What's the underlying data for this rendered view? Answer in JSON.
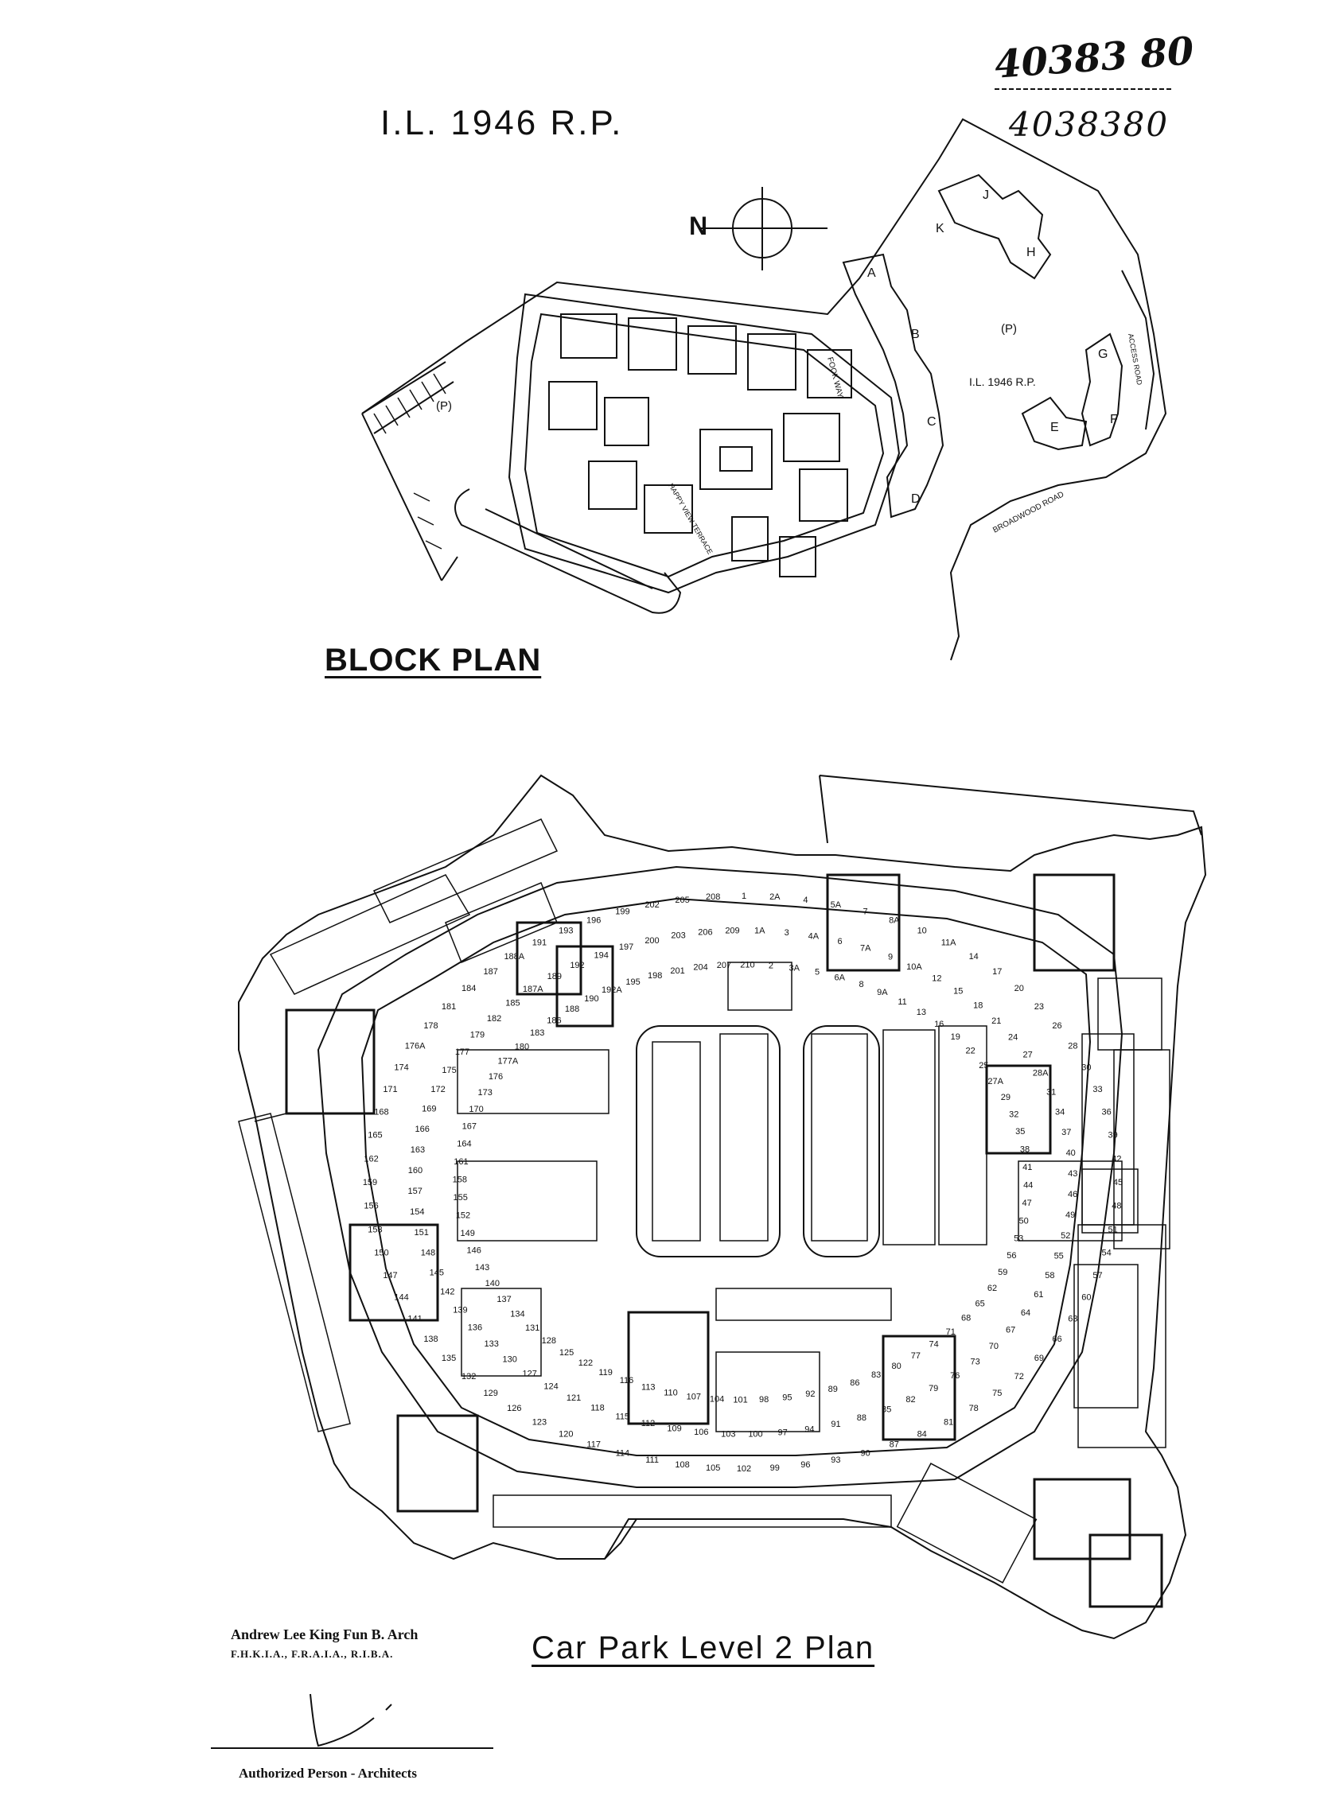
{
  "header": {
    "lot_title": "I.L. 1946 R.P.",
    "handwritten_ref_1": "40383 80",
    "handwritten_ref_2": "4038380"
  },
  "block_plan": {
    "title": "BLOCK PLAN",
    "north_label": "N",
    "lot_label": "I.L. 1946 R.P.",
    "parking_left": "(P)",
    "parking_right": "(P)",
    "road_1": "HAPPY VIEW TERRACE",
    "road_2": "BROADWOOD ROAD",
    "road_3": "FOOK WAY",
    "road_4": "ACCESS ROAD",
    "blocks": [
      "A",
      "B",
      "C",
      "D",
      "E",
      "F",
      "G",
      "H",
      "J",
      "K"
    ]
  },
  "car_park": {
    "title": "Car Park Level 2 Plan",
    "bays": [
      "1",
      "1A",
      "2",
      "2A",
      "3",
      "3A",
      "4",
      "4A",
      "5",
      "5A",
      "6",
      "6A",
      "7",
      "7A",
      "8",
      "8A",
      "9",
      "9A",
      "10",
      "10A",
      "11",
      "11A",
      "12",
      "13",
      "14",
      "15",
      "16",
      "17",
      "18",
      "19",
      "20",
      "21",
      "22",
      "23",
      "24",
      "25",
      "26",
      "27",
      "27A",
      "28",
      "28A",
      "29",
      "30",
      "31",
      "32",
      "33",
      "34",
      "35",
      "36",
      "37",
      "38",
      "39",
      "40",
      "41",
      "42",
      "43",
      "44",
      "45",
      "46",
      "47",
      "48",
      "49",
      "50",
      "51",
      "52",
      "53",
      "54",
      "55",
      "56",
      "57",
      "58",
      "59",
      "60",
      "61",
      "62",
      "63",
      "64",
      "65",
      "66",
      "67",
      "68",
      "69",
      "70",
      "71",
      "72",
      "73",
      "74",
      "75",
      "76",
      "77",
      "78",
      "79",
      "80",
      "81",
      "82",
      "83",
      "84",
      "85",
      "86",
      "87",
      "88",
      "89",
      "90",
      "91",
      "92",
      "93",
      "94",
      "95",
      "96",
      "97",
      "98",
      "99",
      "100",
      "101",
      "102",
      "103",
      "104",
      "105",
      "106",
      "107",
      "108",
      "109",
      "110",
      "111",
      "112",
      "113",
      "114",
      "115",
      "116",
      "117",
      "118",
      "119",
      "120",
      "121",
      "122",
      "123",
      "124",
      "125",
      "126",
      "127",
      "128",
      "129",
      "130",
      "131",
      "132",
      "133",
      "134",
      "135",
      "136",
      "137",
      "138",
      "139",
      "140",
      "141",
      "142",
      "143",
      "144",
      "145",
      "146",
      "147",
      "148",
      "149",
      "150",
      "151",
      "152",
      "153",
      "154",
      "155",
      "156",
      "157",
      "158",
      "159",
      "160",
      "161",
      "162",
      "163",
      "164",
      "165",
      "166",
      "167",
      "168",
      "169",
      "170",
      "171",
      "172",
      "173",
      "174",
      "175",
      "176",
      "176A",
      "177",
      "177A",
      "178",
      "179",
      "180",
      "181",
      "182",
      "183",
      "184",
      "185",
      "186",
      "187",
      "187A",
      "188",
      "188A",
      "189",
      "190",
      "191",
      "192",
      "192A",
      "193",
      "194",
      "195",
      "196",
      "197",
      "198",
      "199",
      "200",
      "201",
      "202",
      "203",
      "204",
      "205",
      "206",
      "207",
      "208",
      "209",
      "210"
    ]
  },
  "signatory": {
    "name": "Andrew Lee King Fun B. Arch",
    "qualifications": "F.H.K.I.A., F.R.A.I.A., R.I.B.A.",
    "caption": "Authorized Person - Architects"
  }
}
